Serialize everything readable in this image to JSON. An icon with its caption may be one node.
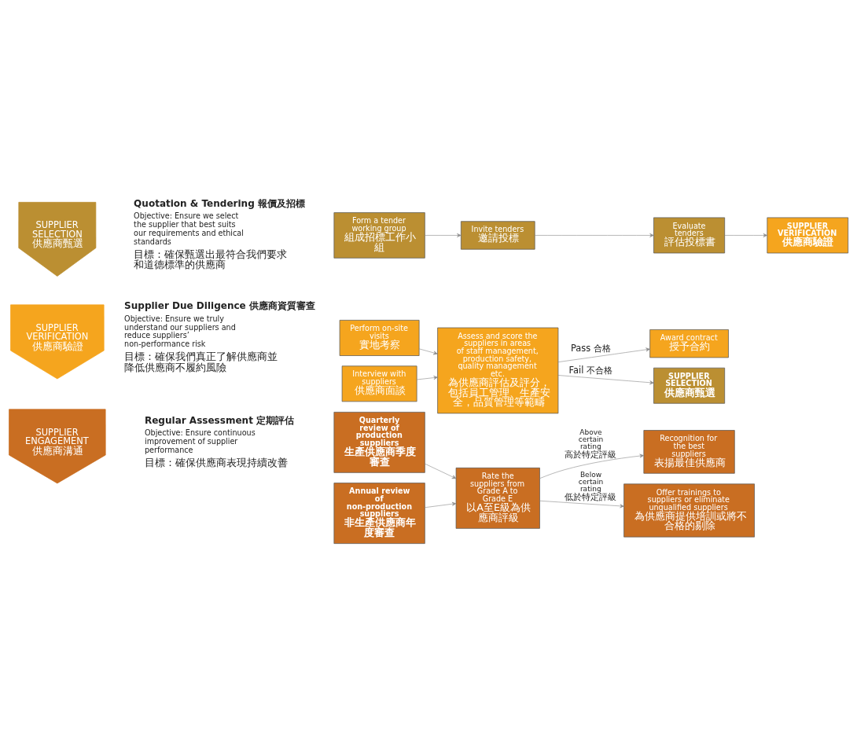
{
  "diagram": {
    "nodes": [
      {
        "text": [
          "SUPPLIER SELECTION",
          "供應商甄選"
        ]
      },
      {
        "text": [
          "SUPPLIER VERIFICATION",
          "供應商驗證"
        ]
      },
      {
        "text": [
          "SUPPLIER ENGAGEMENT",
          "供應商溝通"
        ]
      },
      {
        "text": [
          "Form a tender working group",
          "組成招標工作小組"
        ]
      },
      {
        "text": [
          "Invite tenders",
          "邀請投標"
        ]
      },
      {
        "text": [
          "Evaluate tenders",
          "評估投標書"
        ]
      },
      {
        "text": [
          "SUPPLIER VERIFICATION",
          "供應商驗證"
        ]
      },
      {
        "text": [
          "Perform on-site visits",
          "實地考察"
        ]
      },
      {
        "text": [
          "Interview with suppliers",
          "供應商面談"
        ]
      },
      {
        "text": [
          "Assess and score the suppliers in areas of staff management, production safety, quality management etc.",
          "為供應商評估及評分，包括員工管理、生產安全，品質管理等範疇"
        ]
      },
      {
        "text": [
          "Award contract",
          "授予合約"
        ]
      },
      {
        "text": [
          "SUPPLIER SELECTION",
          "供應商甄選"
        ]
      },
      {
        "text": [
          "Quarterly review of production suppliers",
          "生產供應商季度審查"
        ]
      },
      {
        "text": [
          "Annual review of non-production suppliers",
          "非生產供應商年度審查"
        ]
      },
      {
        "text": [
          "Rate the suppliers from Grade A to Grade E",
          "以A至E級為供應商評級"
        ]
      },
      {
        "text": [
          "Recognition for the best suppliers",
          "表揚最佳供應商"
        ]
      },
      {
        "text": [
          "Offer trainings to suppliers or eliminate unqualified suppliers",
          "為供應商提供培訓或將不合格的剔除"
        ]
      }
    ],
    "edges": [
      {
        "from": 3,
        "to": 4,
        "arrow": "to"
      },
      {
        "from": 4,
        "to": 5,
        "arrow": "to"
      },
      {
        "from": 5,
        "to": 6,
        "arrow": "to"
      },
      {
        "from": 7,
        "to": 9,
        "arrow": "to"
      },
      {
        "from": 8,
        "to": 9,
        "arrow": "to"
      },
      {
        "from": 9,
        "to": 10,
        "arrow": "to",
        "label": "Pass 合格"
      },
      {
        "from": 9,
        "to": 11,
        "arrow": "to",
        "label": "Fail 不合格"
      },
      {
        "from": 12,
        "to": 14,
        "arrow": "to"
      },
      {
        "from": 13,
        "to": 14,
        "arrow": "to"
      },
      {
        "from": 14,
        "to": 15,
        "arrow": "to",
        "label": "Above certain rating 高於特定評級"
      },
      {
        "from": 14,
        "to": 16,
        "arrow": "to",
        "label": "Below certain rating 低於特定評級"
      }
    ],
    "labels": [
      "Quotation & Tendering 報價及招標",
      "Objective: Ensure we select the supplier that best suits our requirements and ethical standards",
      "目標：確保甄選出最符合我們要求和道德標準的供應商",
      "Supplier Due Diligence 供應商資質審查",
      "Objective: Ensure we truly understand our suppliers and reduce suppliers’ non-performance risk",
      "目標：確保我們真正了解供應商並降低供應商不履約風險",
      "Regular Assessment 定期評估",
      "Objective: Ensure continuous improvement of supplier performance",
      "目標：確保供應商表現持續改善"
    ]
  }
}
